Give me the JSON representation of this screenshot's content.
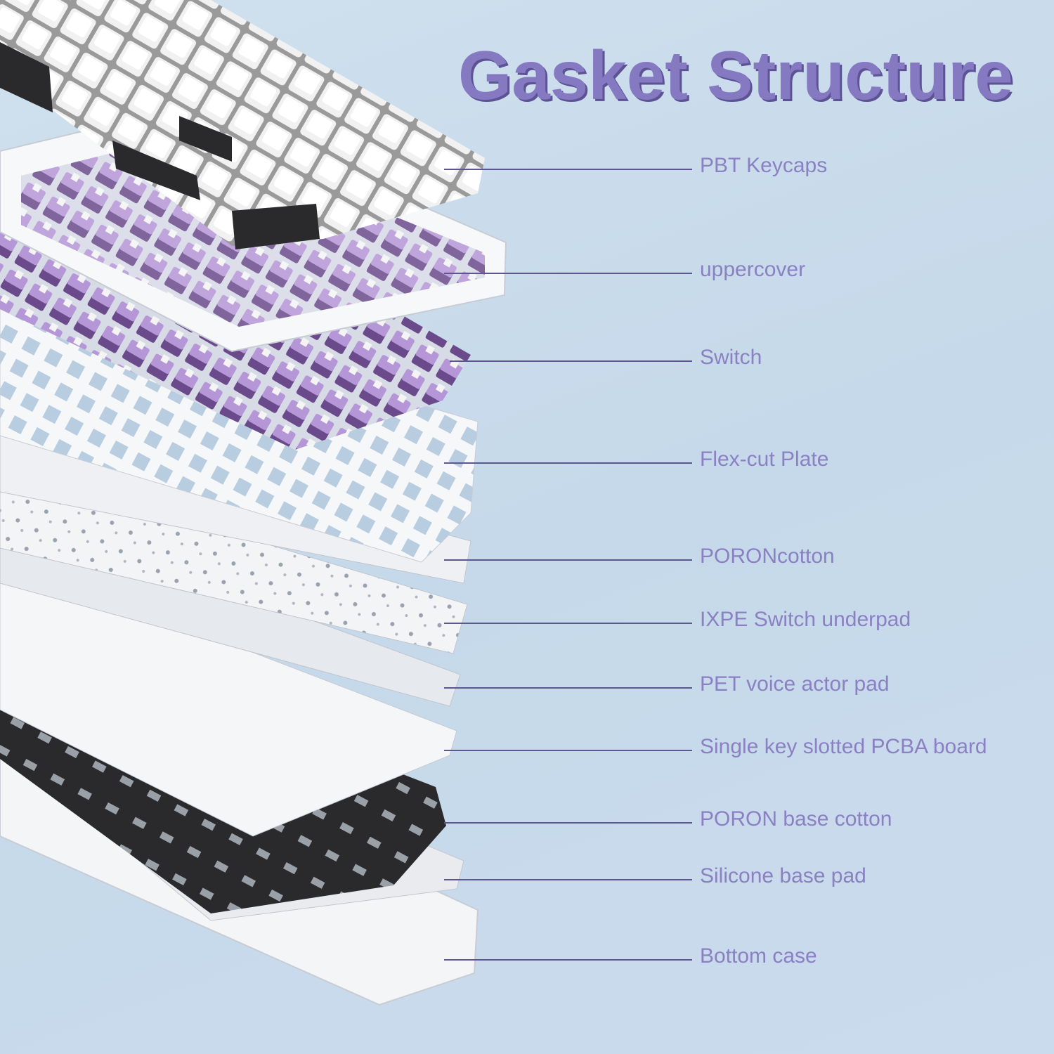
{
  "title": "Gasket Structure",
  "colors": {
    "title": "#8579c2",
    "label": "#8a80c2",
    "leader_line": "#5d5690",
    "background": "#c9dbec",
    "switch": "#9b7bc0"
  },
  "layers": [
    {
      "label": "PBT Keycaps"
    },
    {
      "label": "uppercover"
    },
    {
      "label": "Switch"
    },
    {
      "label": "Flex-cut Plate"
    },
    {
      "label": "PORONcotton"
    },
    {
      "label": "IXPE Switch underpad"
    },
    {
      "label": "PET voice actor pad"
    },
    {
      "label": "Single key slotted PCBA board"
    },
    {
      "label": "PORON base cotton"
    },
    {
      "label": "Silicone base pad"
    },
    {
      "label": "Bottom case"
    }
  ]
}
